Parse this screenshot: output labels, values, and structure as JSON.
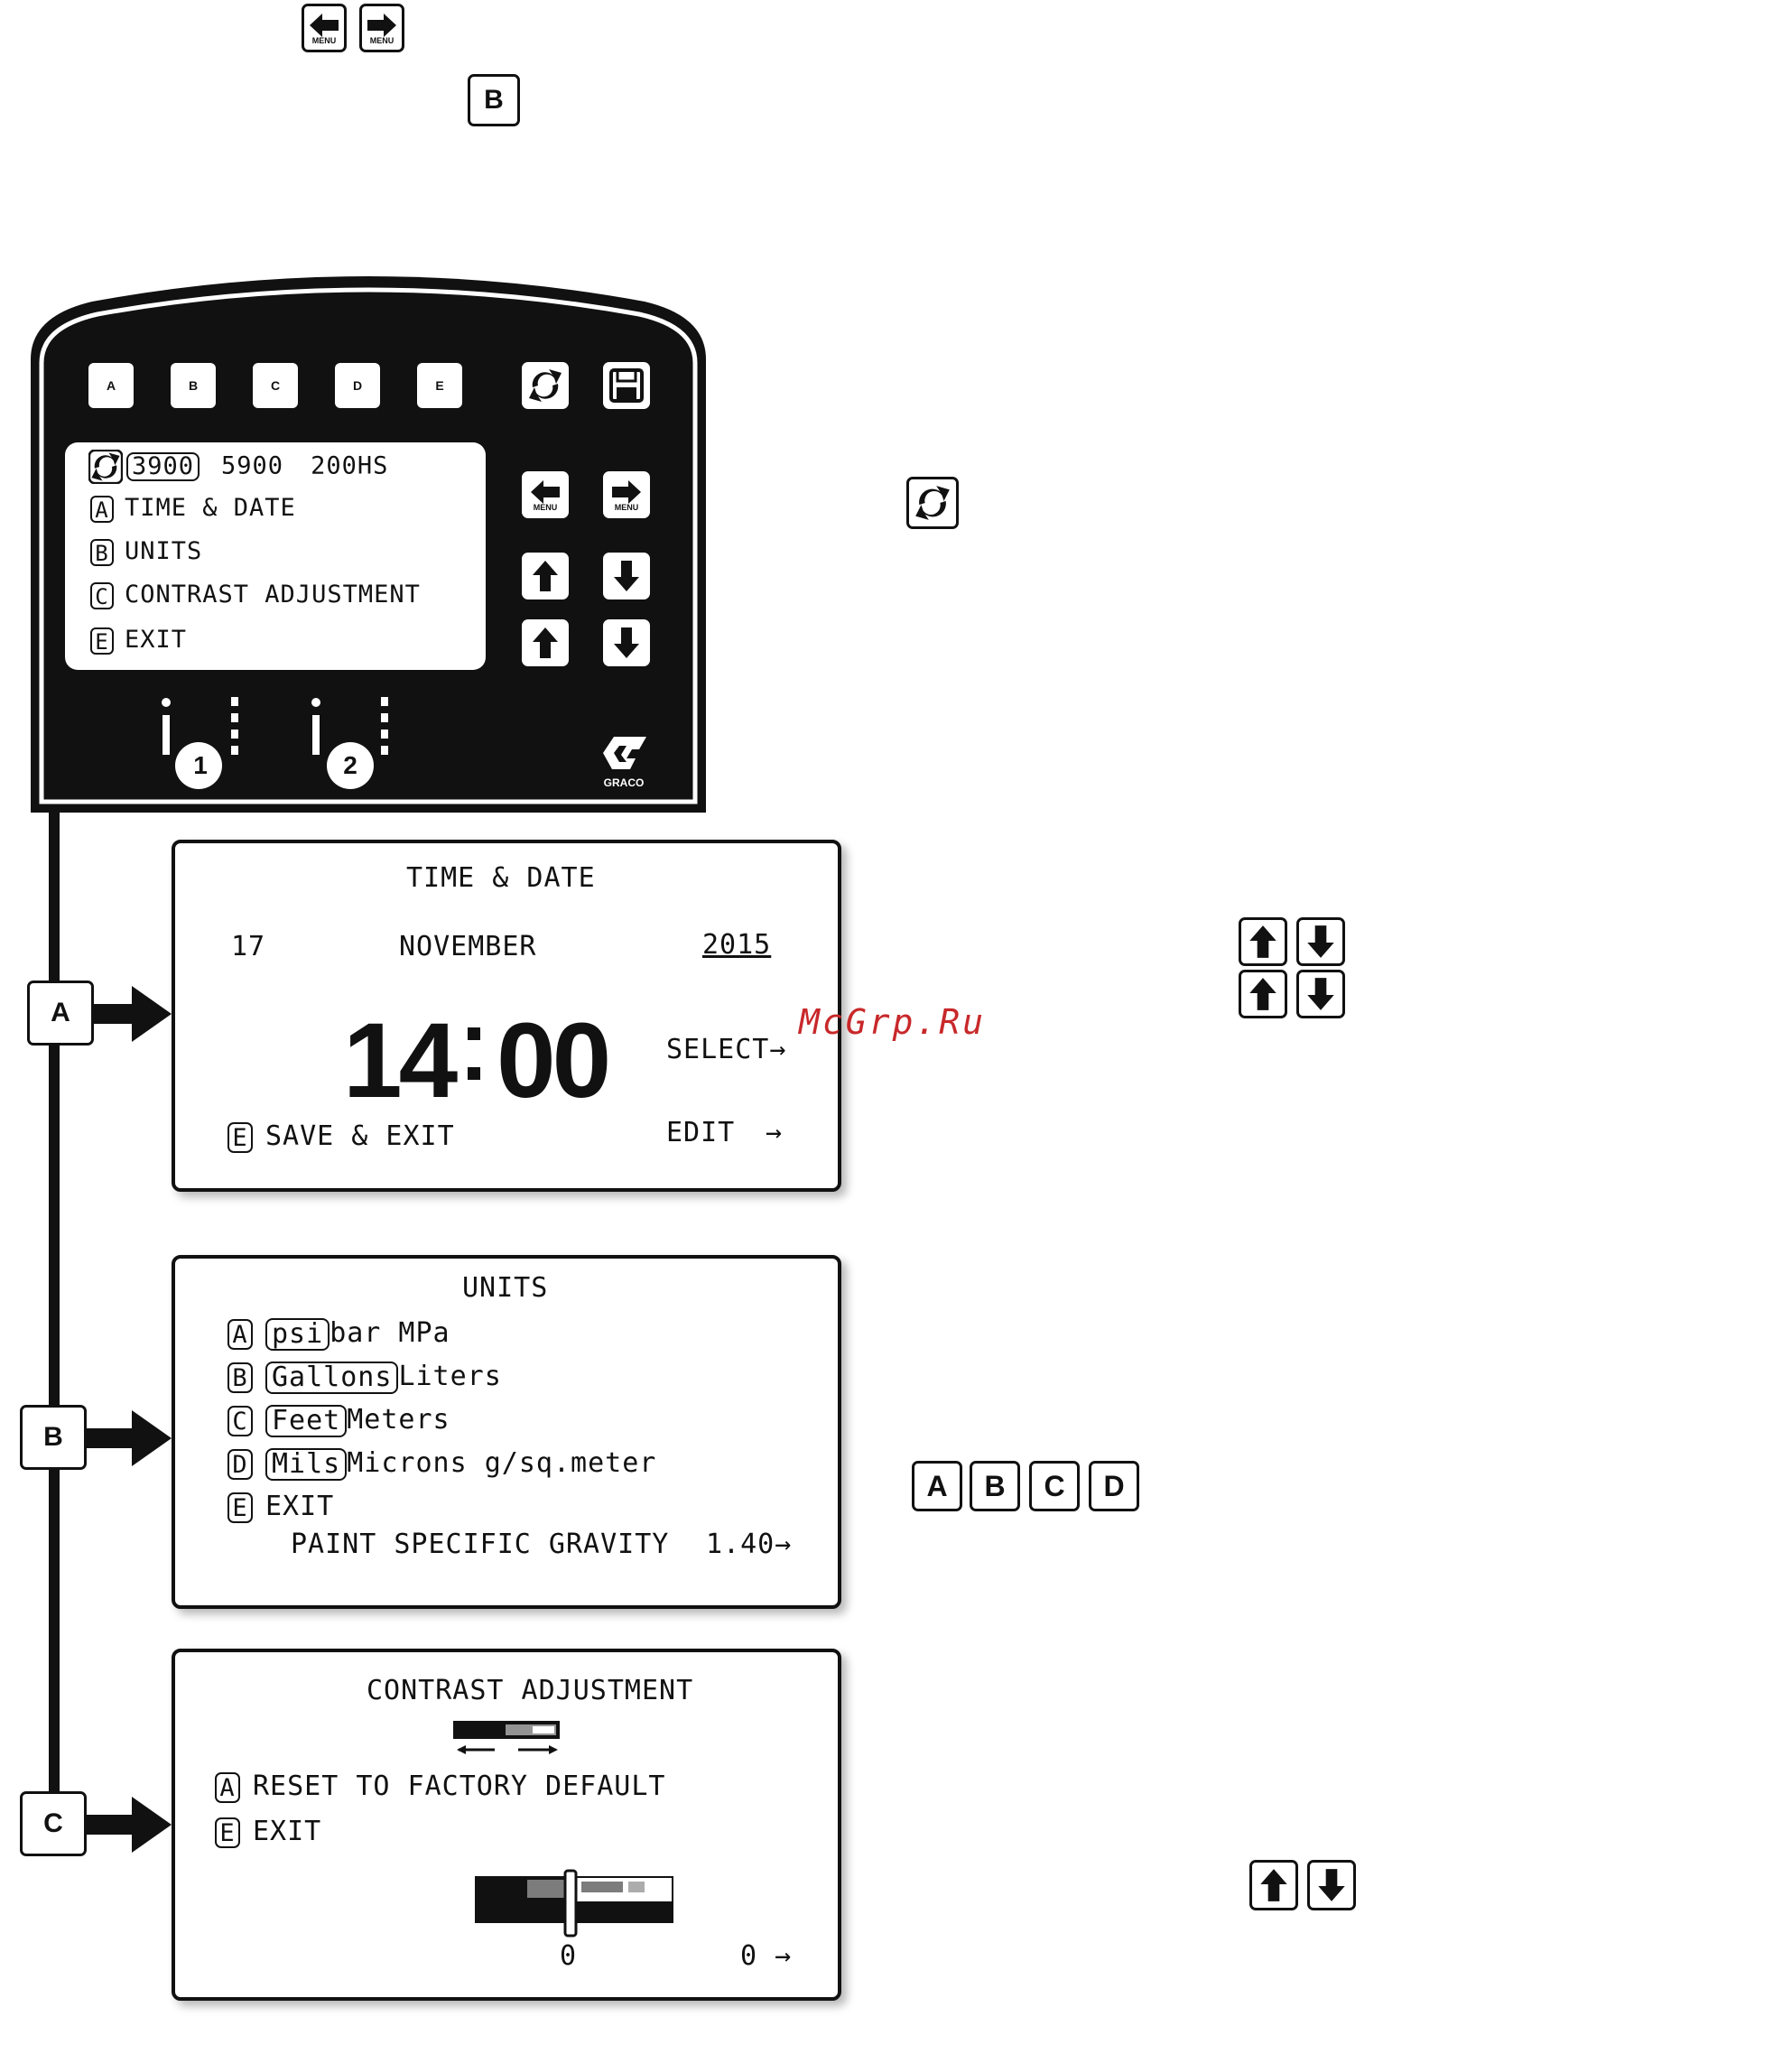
{
  "top_keys": {
    "menu_label": "MENU",
    "b_key": "B"
  },
  "panel": {
    "buttons": [
      "A",
      "B",
      "C",
      "D",
      "E"
    ],
    "lcd": {
      "models": [
        "3900",
        "5900",
        "200HS"
      ],
      "items": [
        {
          "key": "A",
          "label": "TIME & DATE"
        },
        {
          "key": "B",
          "label": "UNITS"
        },
        {
          "key": "C",
          "label": "CONTRAST ADJUSTMENT"
        },
        {
          "key": "E",
          "label": "EXIT"
        }
      ]
    },
    "menu_label": "MENU",
    "indicators": [
      "1",
      "2"
    ],
    "brand": "GRACO"
  },
  "callouts": {
    "a": "A",
    "b": "B",
    "c": "C"
  },
  "time_date_screen": {
    "title": "TIME & DATE",
    "day": "17",
    "month": "NOVEMBER",
    "year": "2015",
    "hours": "14",
    "minutes": "00",
    "select_label": "SELECT→",
    "save_key": "E",
    "save_label": "SAVE & EXIT",
    "edit_label": "EDIT",
    "edit_arrow": "→"
  },
  "units_screen": {
    "title": "UNITS",
    "rows": [
      {
        "key": "A",
        "selected": "psi",
        "others": "bar MPa"
      },
      {
        "key": "B",
        "selected": "Gallons",
        "others": "Liters"
      },
      {
        "key": "C",
        "selected": "Feet",
        "others": "Meters"
      },
      {
        "key": "D",
        "selected": "Mils",
        "others": "Microns g/sq.meter"
      }
    ],
    "exit_key": "E",
    "exit_label": "EXIT",
    "gravity_label": "PAINT SPECIFIC GRAVITY",
    "gravity_value": "1.40→"
  },
  "contrast_screen": {
    "title": "CONTRAST ADJUSTMENT",
    "reset_key": "A",
    "reset_label": "RESET TO FACTORY DEFAULT",
    "exit_key": "E",
    "exit_label": "EXIT",
    "slider_value": "0",
    "right_value": "0 →"
  },
  "abcd_keys": [
    "A",
    "B",
    "C",
    "D"
  ],
  "watermark": "McGrp.Ru"
}
